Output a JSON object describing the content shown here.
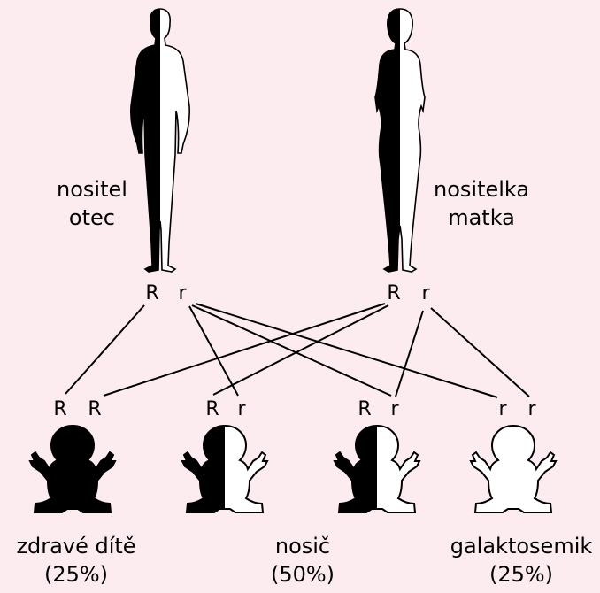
{
  "parents": {
    "father": {
      "label_line1": "nositel",
      "label_line2": "otec",
      "alleles": [
        "R",
        "r"
      ]
    },
    "mother": {
      "label_line1": "nositelka",
      "label_line2": "matka",
      "alleles": [
        "R",
        "r"
      ]
    }
  },
  "offspring": [
    {
      "alleles": [
        "R",
        "R"
      ],
      "label": "zdravé dítě",
      "percent": "(25%)",
      "fill": "full"
    },
    {
      "alleles": [
        "R",
        "r"
      ],
      "label": "",
      "percent": "",
      "fill": "half"
    },
    {
      "alleles": [
        "R",
        "r"
      ],
      "label": "nosič",
      "percent": "(50%)",
      "fill": "half"
    },
    {
      "alleles": [
        "r",
        "r"
      ],
      "label": "galaktosemik",
      "percent": "(25%)",
      "fill": "none"
    }
  ],
  "colors": {
    "background": "#fcecef",
    "ink": "#000000",
    "outline_fill": "#ffffff"
  }
}
